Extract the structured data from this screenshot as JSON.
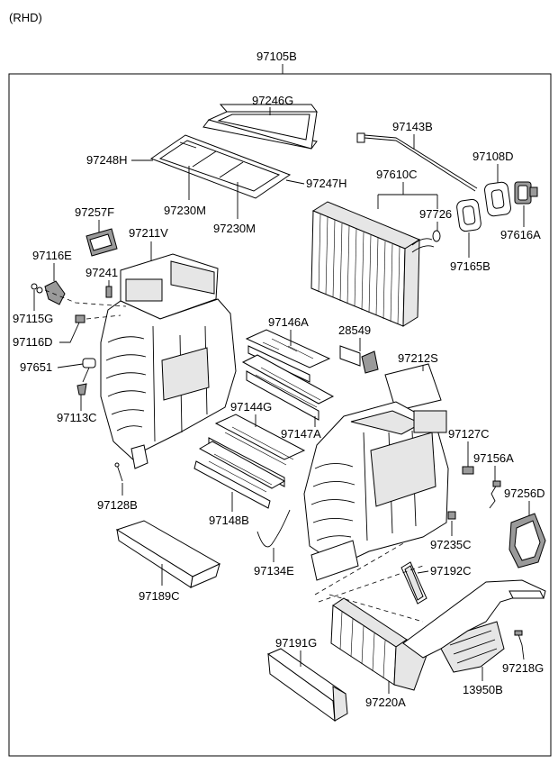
{
  "variant": "(RHD)",
  "assembly_label": "97105B",
  "parts": {
    "p97246G": "97246G",
    "p97248H": "97248H",
    "p97247H": "97247H",
    "p97230M_a": "97230M",
    "p97230M_b": "97230M",
    "p97143B": "97143B",
    "p97108D": "97108D",
    "p97610C": "97610C",
    "p97726": "97726",
    "p97616A": "97616A",
    "p97165B": "97165B",
    "p97257F": "97257F",
    "p97211V": "97211V",
    "p97116E": "97116E",
    "p97241": "97241",
    "p97115G": "97115G",
    "p97116D": "97116D",
    "p97651": "97651",
    "p97113C": "97113C",
    "p97146A": "97146A",
    "p28549": "28549",
    "p97212S": "97212S",
    "p97144G": "97144G",
    "p97147A": "97147A",
    "p97127C": "97127C",
    "p97156A": "97156A",
    "p97256D": "97256D",
    "p97128B": "97128B",
    "p97148B": "97148B",
    "p97235C": "97235C",
    "p97134E": "97134E",
    "p97192C": "97192C",
    "p97189C": "97189C",
    "p97191G": "97191G",
    "p97218G": "97218G",
    "p97220A": "97220A",
    "p13950B": "13950B"
  }
}
